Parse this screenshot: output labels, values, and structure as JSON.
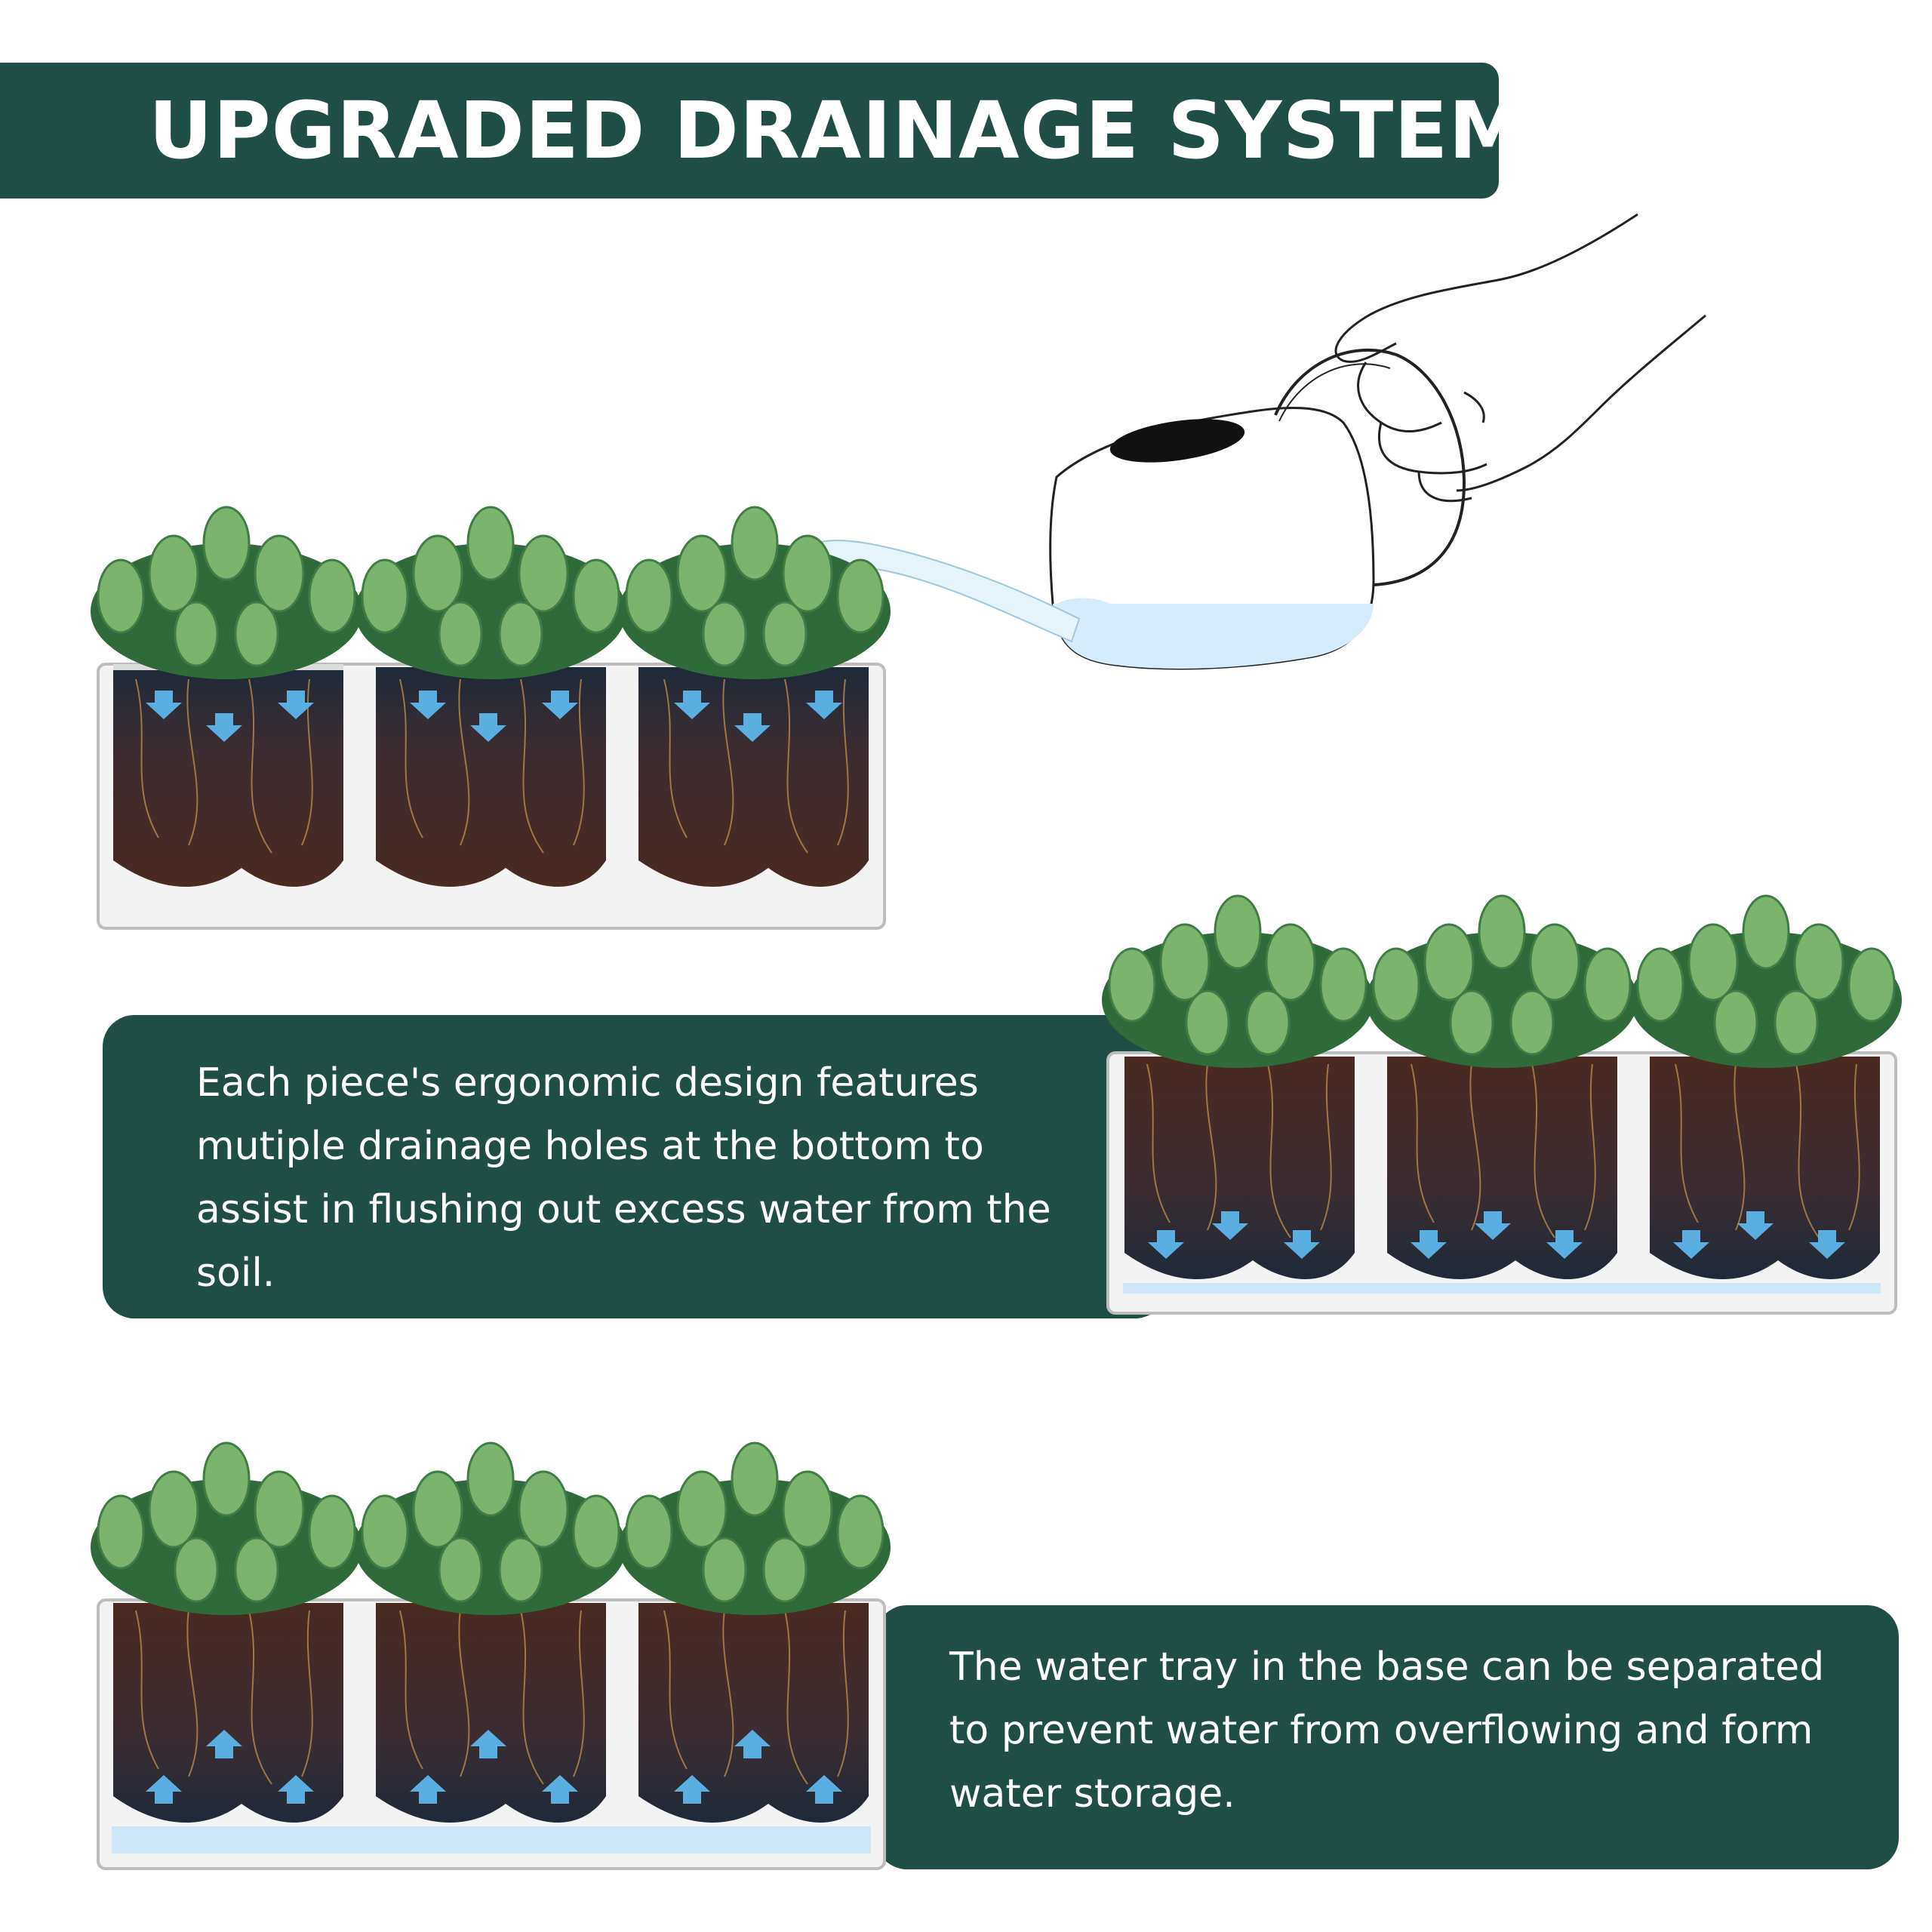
{
  "header": {
    "title": "UPGRADED DRAINAGE SYSTEM"
  },
  "cards": [
    {
      "text": "Each piece's ergonomic design features mutiple drainage holes at the bottom to assist in flushing out excess water from the soil."
    },
    {
      "text": "The water tray in the base can be separated to prevent water from overflowing and form water storage."
    }
  ],
  "colors": {
    "brand_green": "#1f4e46",
    "leaf_light": "#7bb56d",
    "leaf_dark": "#2f6b3a",
    "soil": "#4a2a22",
    "soil_dark": "#1e2a38",
    "water": "#cfe8f7",
    "arrow": "#5aaee0"
  },
  "icons": {
    "watering_can": "watering-can-icon",
    "hand": "hand-icon",
    "arrow_down": "arrow-down-icon",
    "arrow_up": "arrow-up-icon"
  }
}
